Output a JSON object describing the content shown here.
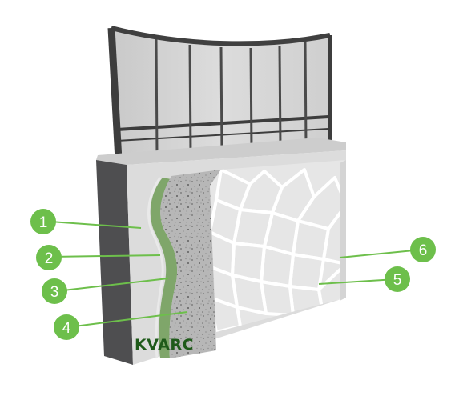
{
  "brand": "KVARC",
  "callouts": [
    "1",
    "2",
    "3",
    "4",
    "5",
    "6"
  ],
  "colors": {
    "callout": "#6dbf4b",
    "callout_line": "#6dbf4b",
    "brand": "#1f5a1a",
    "wall_dark": "#4e4e50",
    "wall_top": "#cfcfcf",
    "plaster": "#dedede",
    "stone_fill": "#e7e7e7",
    "stone_grout": "#ffffff"
  }
}
